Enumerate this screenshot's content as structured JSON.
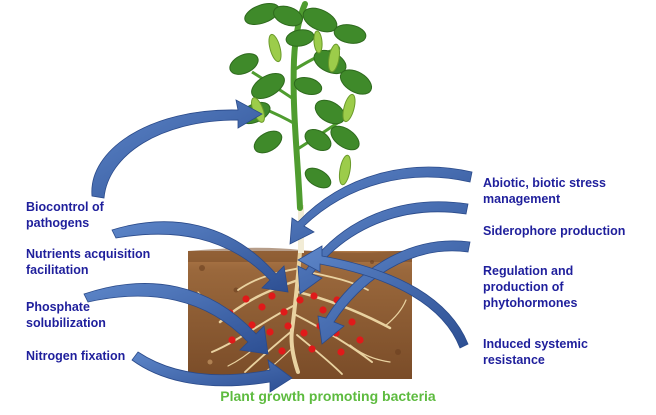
{
  "labels": {
    "biocontrol": [
      "Biocontrol of",
      "pathogens"
    ],
    "nutrients": [
      "Nutrients acquisition",
      "facilitation"
    ],
    "phosphate": [
      "Phosphate",
      "solubilization"
    ],
    "nitrogen": [
      "Nitrogen fixation"
    ],
    "stress": [
      "Abiotic, biotic stress",
      "management"
    ],
    "siderophore": [
      "Siderophore production"
    ],
    "phytohormones": [
      "Regulation and",
      "production of",
      "phytohormones"
    ],
    "resistance": [
      "Induced systemic",
      "resistance"
    ]
  },
  "caption": "Plant growth promoting bacteria",
  "colors": {
    "label_text": "#1f1f9c",
    "caption_text": "#5dbb3f",
    "arrow_fill": "#3a5fa8",
    "soil": "#8a5a32",
    "bacteria": "#e01a1a",
    "leaf": "#3f8a2a",
    "stem": "#4f9c2f",
    "root": "#e9d2a0"
  },
  "icons": [
    "plant-illustration",
    "soil-block",
    "bacteria-dot",
    "curved-arrow"
  ]
}
